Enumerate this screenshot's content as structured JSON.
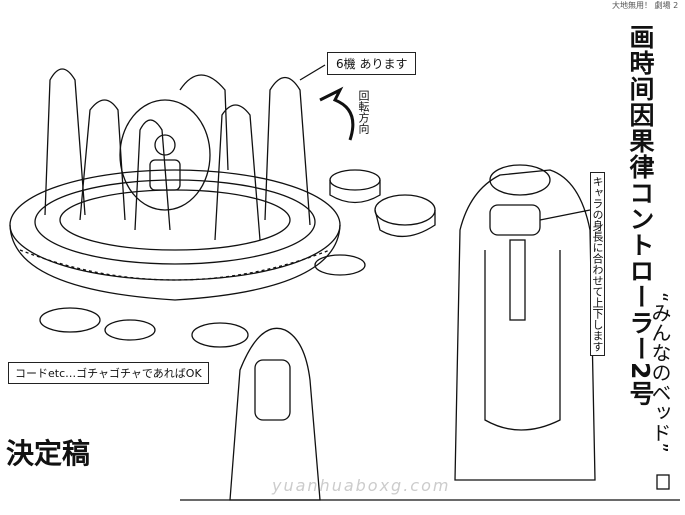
{
  "header": "大地無用！ 劇場 2",
  "title": "画時间因果律コントローラー2号",
  "subtitle": "“みんなのベッド”",
  "notes": {
    "units": "6機 あります",
    "direction": "回転方向",
    "height_adjust": "キャラの身長に合わせて上下します",
    "cords": "コードetc…ゴチャゴチャであればOK"
  },
  "stamp": "決定稿",
  "watermark": "yuanhuaboxg.com"
}
